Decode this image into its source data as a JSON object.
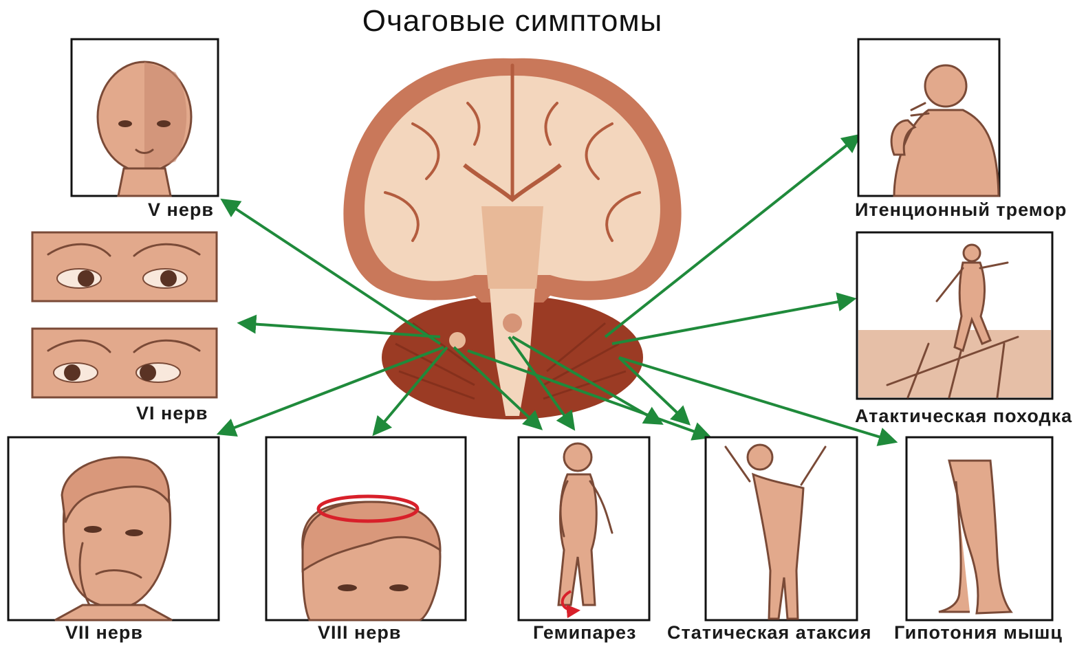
{
  "title": "Очаговые симптомы",
  "labels": {
    "v_nerve": "V нерв",
    "vi_nerve": "VI нерв",
    "vii_nerve": "VII нерв",
    "viii_nerve": "VIII нерв",
    "hemiparesis": "Гемипарез",
    "static_ataxia": "Статическая атаксия",
    "hypotonia": "Гипотония мышц",
    "ataxic_gait": "Атактическая походка",
    "intention_tremor": "Итенционный тремор"
  },
  "colors": {
    "arrow": "#1f8a3b",
    "skin": "#e2a98c",
    "brain_white": "#f3d6bd",
    "brain_cortex": "#c9785a",
    "cerebellum": "#9b3b24",
    "rotation": "#d8202a"
  }
}
